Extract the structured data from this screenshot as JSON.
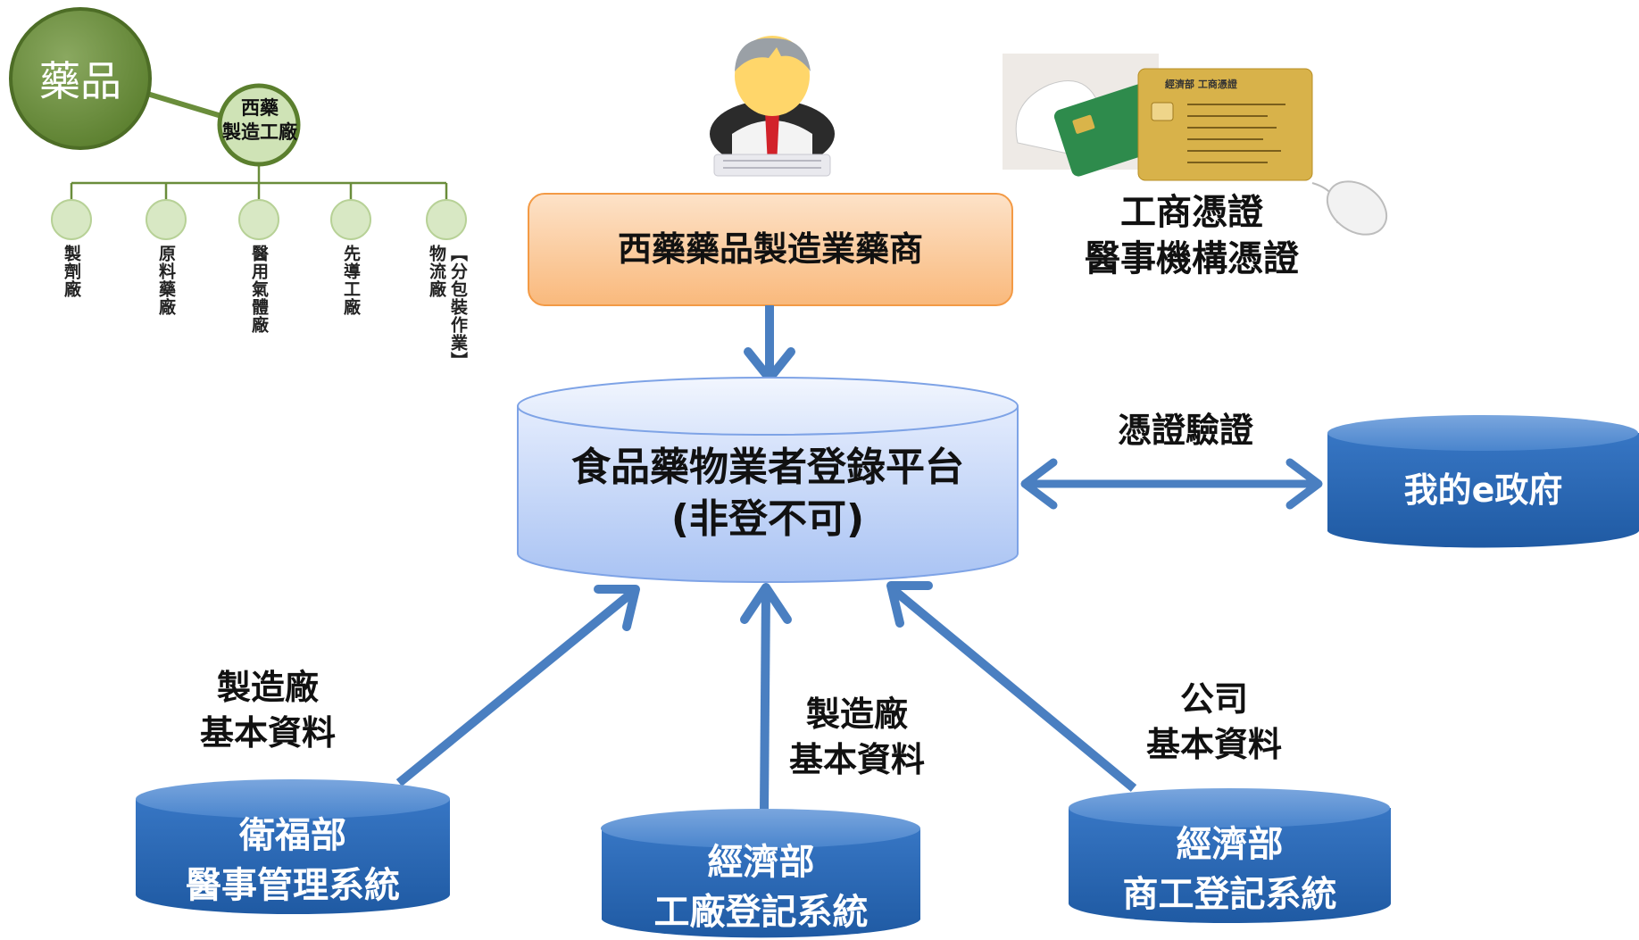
{
  "tree": {
    "root": "藥品",
    "mid_line1": "西藥",
    "mid_line2": "製造工廠",
    "leaves": [
      "製劑廠",
      "原料藥廠",
      "醫用氣體廠",
      "先導工廠",
      "物流廠",
      "【分包裝作業】"
    ]
  },
  "top": {
    "manufacturer": "西藥藥品製造業藥商",
    "cert_line1": "工商憑證",
    "cert_line2": "醫事機構憑證",
    "card_title": "經濟部 工商憑證"
  },
  "platform": {
    "line1": "食品藥物業者登錄平台",
    "line2": "(非登不可)"
  },
  "egov": {
    "label": "我的e政府",
    "link_label": "憑證驗證"
  },
  "sources": [
    {
      "line1": "衛福部",
      "line2": "醫事管理系統",
      "data_line1": "製造廠",
      "data_line2": "基本資料"
    },
    {
      "line1": "經濟部",
      "line2": "工廠登記系統",
      "data_line1": "製造廠",
      "data_line2": "基本資料"
    },
    {
      "line1": "經濟部",
      "line2": "商工登記系統",
      "data_line1": "公司",
      "data_line2": "基本資料"
    }
  ],
  "colors": {
    "tree_dark": "#5b7f2e",
    "tree_light": "#cfe3b6",
    "tree_line": "#6a8d3b",
    "orange_box": "#fbc898",
    "platform_fill": "#c7d9f9",
    "cylinder_blue": "#2f6cb8",
    "arrow_blue": "#4a7fc1"
  }
}
